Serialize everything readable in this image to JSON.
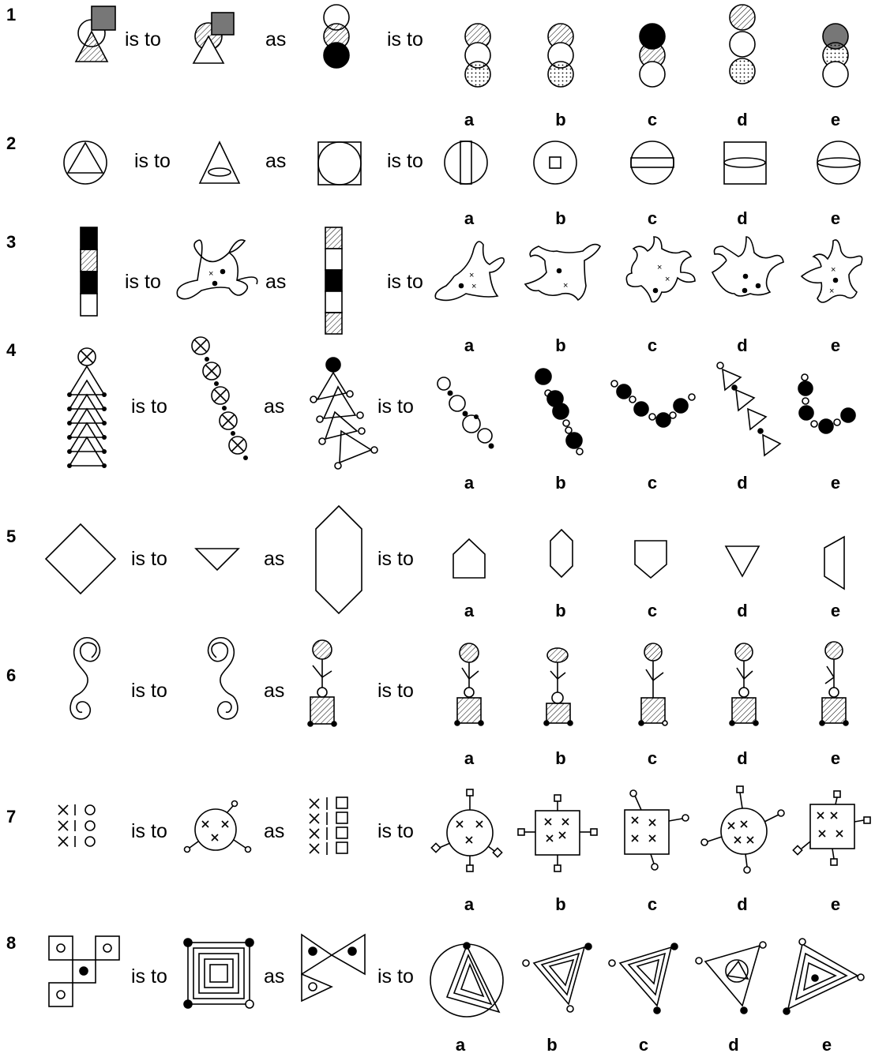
{
  "connector_words": {
    "is_to": "is to",
    "as": "as"
  },
  "problems": [
    {
      "number": "1",
      "options": [
        "a",
        "b",
        "c",
        "d",
        "e"
      ]
    },
    {
      "number": "2",
      "options": [
        "a",
        "b",
        "c",
        "d",
        "e"
      ]
    },
    {
      "number": "3",
      "options": [
        "a",
        "b",
        "c",
        "d",
        "e"
      ]
    },
    {
      "number": "4",
      "options": [
        "a",
        "b",
        "c",
        "d",
        "e"
      ]
    },
    {
      "number": "5",
      "options": [
        "a",
        "b",
        "c",
        "d",
        "e"
      ]
    },
    {
      "number": "6",
      "options": [
        "a",
        "b",
        "c",
        "d",
        "e"
      ]
    },
    {
      "number": "7",
      "options": [
        "a",
        "b",
        "c",
        "d",
        "e"
      ]
    },
    {
      "number": "8",
      "options": [
        "a",
        "b",
        "c",
        "d",
        "e"
      ]
    }
  ],
  "colors": {
    "ink": "#000000",
    "gray_fill": "#777777",
    "paper": "#ffffff"
  }
}
